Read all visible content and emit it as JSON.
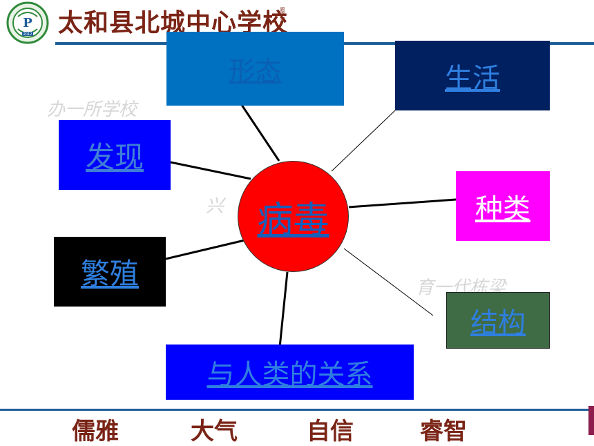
{
  "header": {
    "school_name": "太和县北城中心学校",
    "small_text": "题书字",
    "logo_mark": "P",
    "logo_year": "2012"
  },
  "watermarks": {
    "top_left": "办一所学校",
    "middle_left": "兴",
    "right": "育一代栋梁"
  },
  "diagram": {
    "center": "病毒",
    "nodes": {
      "xingtai": "形态",
      "shenghuo": "生活",
      "faxian": "发现",
      "zhonglei": "种类",
      "fanzhi": "繁殖",
      "jiegou": "结构",
      "guanxi": "与人类的关系"
    },
    "colors": {
      "xingtai": "#0070c0",
      "shenghuo": "#002060",
      "faxian": "#0000ff",
      "zhonglei": "#ff00ff",
      "fanzhi": "#000000",
      "jiegou": "#3f6b45",
      "guanxi": "#0000ff",
      "center": "#ff0000"
    }
  },
  "footer": {
    "mottos": [
      "儒雅",
      "大气",
      "自信",
      "睿智"
    ]
  }
}
